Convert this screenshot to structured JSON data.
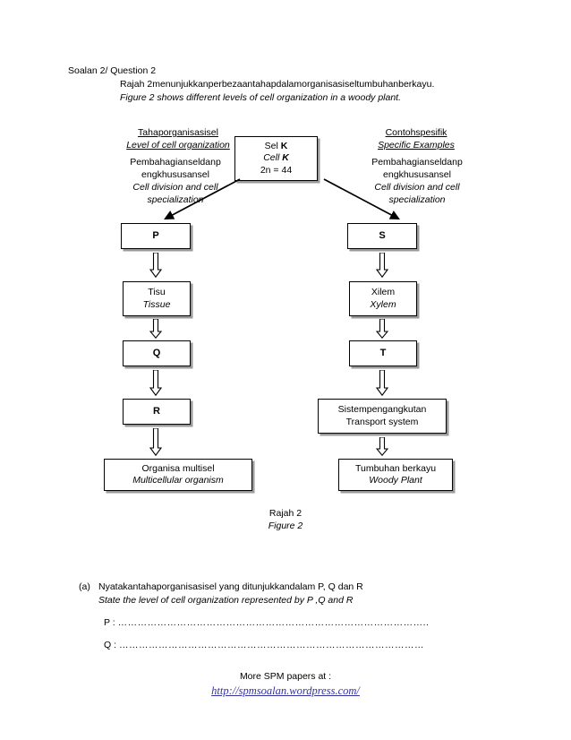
{
  "document": {
    "header": {
      "question_label": "Soalan 2/ Question 2",
      "malay_line": "Rajah  2menunjukkanperbezaantahapdalamorganisasiseltumbuhanberkayu.",
      "english_line": "Figure  2 shows different levels of cell organization in a woody plant."
    },
    "columns": {
      "left": {
        "caption_malay": "Tahaporganisasisel",
        "caption_english": "Level of cell organization",
        "sub_malay_line1": "Pembahagianseldanp",
        "sub_malay_line2": "engkhususansel",
        "sub_english_line1": "Cell division and cell",
        "sub_english_line2": "specialization"
      },
      "right": {
        "caption_malay": "Contohspesifik",
        "caption_english": "Specific Examples",
        "sub_malay_line1": "Pembahagianseldanp",
        "sub_malay_line2": "engkhususansel",
        "sub_english_line1": "Cell division and cell",
        "sub_english_line2": "specialization"
      }
    },
    "diagram": {
      "cell_node": {
        "line1_prefix": "Sel ",
        "line1_bold": "K",
        "line2_prefix": "Cell ",
        "line2_bold": "K",
        "line3": "2n = 44"
      },
      "nodes": {
        "p": {
          "label": "P"
        },
        "s": {
          "label": "S"
        },
        "tisu": {
          "malay": "Tisu",
          "english": "Tissue"
        },
        "xilem": {
          "malay": "Xilem",
          "english": "Xylem"
        },
        "q": {
          "label": "Q"
        },
        "t": {
          "label": "T"
        },
        "r": {
          "label": "R"
        },
        "sistem": {
          "malay": "Sistempengangkutan",
          "english": "Transport system"
        },
        "organisma": {
          "malay": "Organisa multisel",
          "english": "Multicellular organism"
        },
        "tumbuhan": {
          "malay": "Tumbuhan berkayu",
          "english": "Woody Plant"
        }
      }
    },
    "figure_caption": {
      "malay": "Rajah 2",
      "english": "Figure 2"
    },
    "question_a": {
      "label": "(a)",
      "malay": "Nyatakantahaporganisasisel yang ditunjukkandalam P, Q dan R",
      "english": "State the level of cell organization represented by  P ,Q and R"
    },
    "answers": [
      {
        "label": "P :",
        "dots": "…………………………………………………………………………………..",
        "name": "answer-line-p"
      },
      {
        "label": "Q :",
        "dots": "…………………………………………………………………………………",
        "name": "answer-line-q"
      }
    ],
    "footer": {
      "more_text": "More SPM papers at :",
      "link_text": "http://spmsoalan.wordpress.com/",
      "link_color": "#3333A0"
    }
  }
}
